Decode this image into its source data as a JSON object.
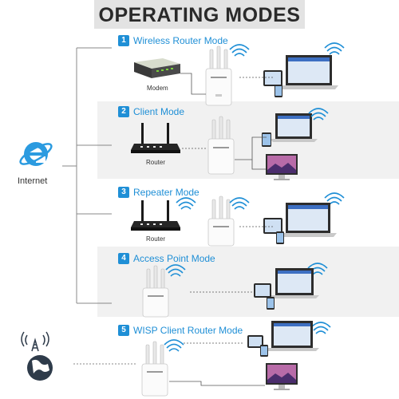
{
  "title": "OPERATING MODES",
  "source_label": "Internet",
  "modes": [
    {
      "number": "1",
      "label": "Wireless Router Mode",
      "device": "Modem"
    },
    {
      "number": "2",
      "label": "Client Mode",
      "device": "Router"
    },
    {
      "number": "3",
      "label": "Repeater Mode",
      "device": "Router"
    },
    {
      "number": "4",
      "label": "Access Point Mode"
    },
    {
      "number": "5",
      "label": "WISP Client Router Mode"
    }
  ],
  "colors": {
    "accent": "#1f8fd6",
    "panel": "#f1f1f1",
    "banner": "#e3e3e3"
  }
}
